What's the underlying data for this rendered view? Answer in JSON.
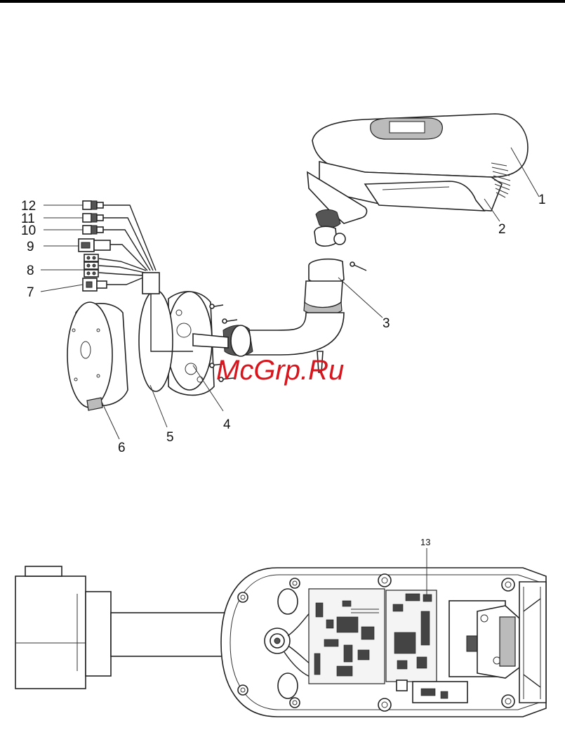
{
  "watermark": "McGrp.Ru",
  "exploded_view": {
    "callouts": [
      {
        "id": "c1",
        "label": "1"
      },
      {
        "id": "c2",
        "label": "2"
      },
      {
        "id": "c3",
        "label": "3"
      },
      {
        "id": "c4",
        "label": "4"
      },
      {
        "id": "c5",
        "label": "5"
      },
      {
        "id": "c6",
        "label": "6"
      },
      {
        "id": "c7",
        "label": "7"
      },
      {
        "id": "c8",
        "label": "8"
      },
      {
        "id": "c9",
        "label": "9"
      },
      {
        "id": "c10",
        "label": "10"
      },
      {
        "id": "c11",
        "label": "11"
      },
      {
        "id": "c12",
        "label": "12"
      }
    ]
  },
  "interior_view": {
    "callouts": [
      {
        "id": "c13",
        "label": "13"
      }
    ]
  }
}
